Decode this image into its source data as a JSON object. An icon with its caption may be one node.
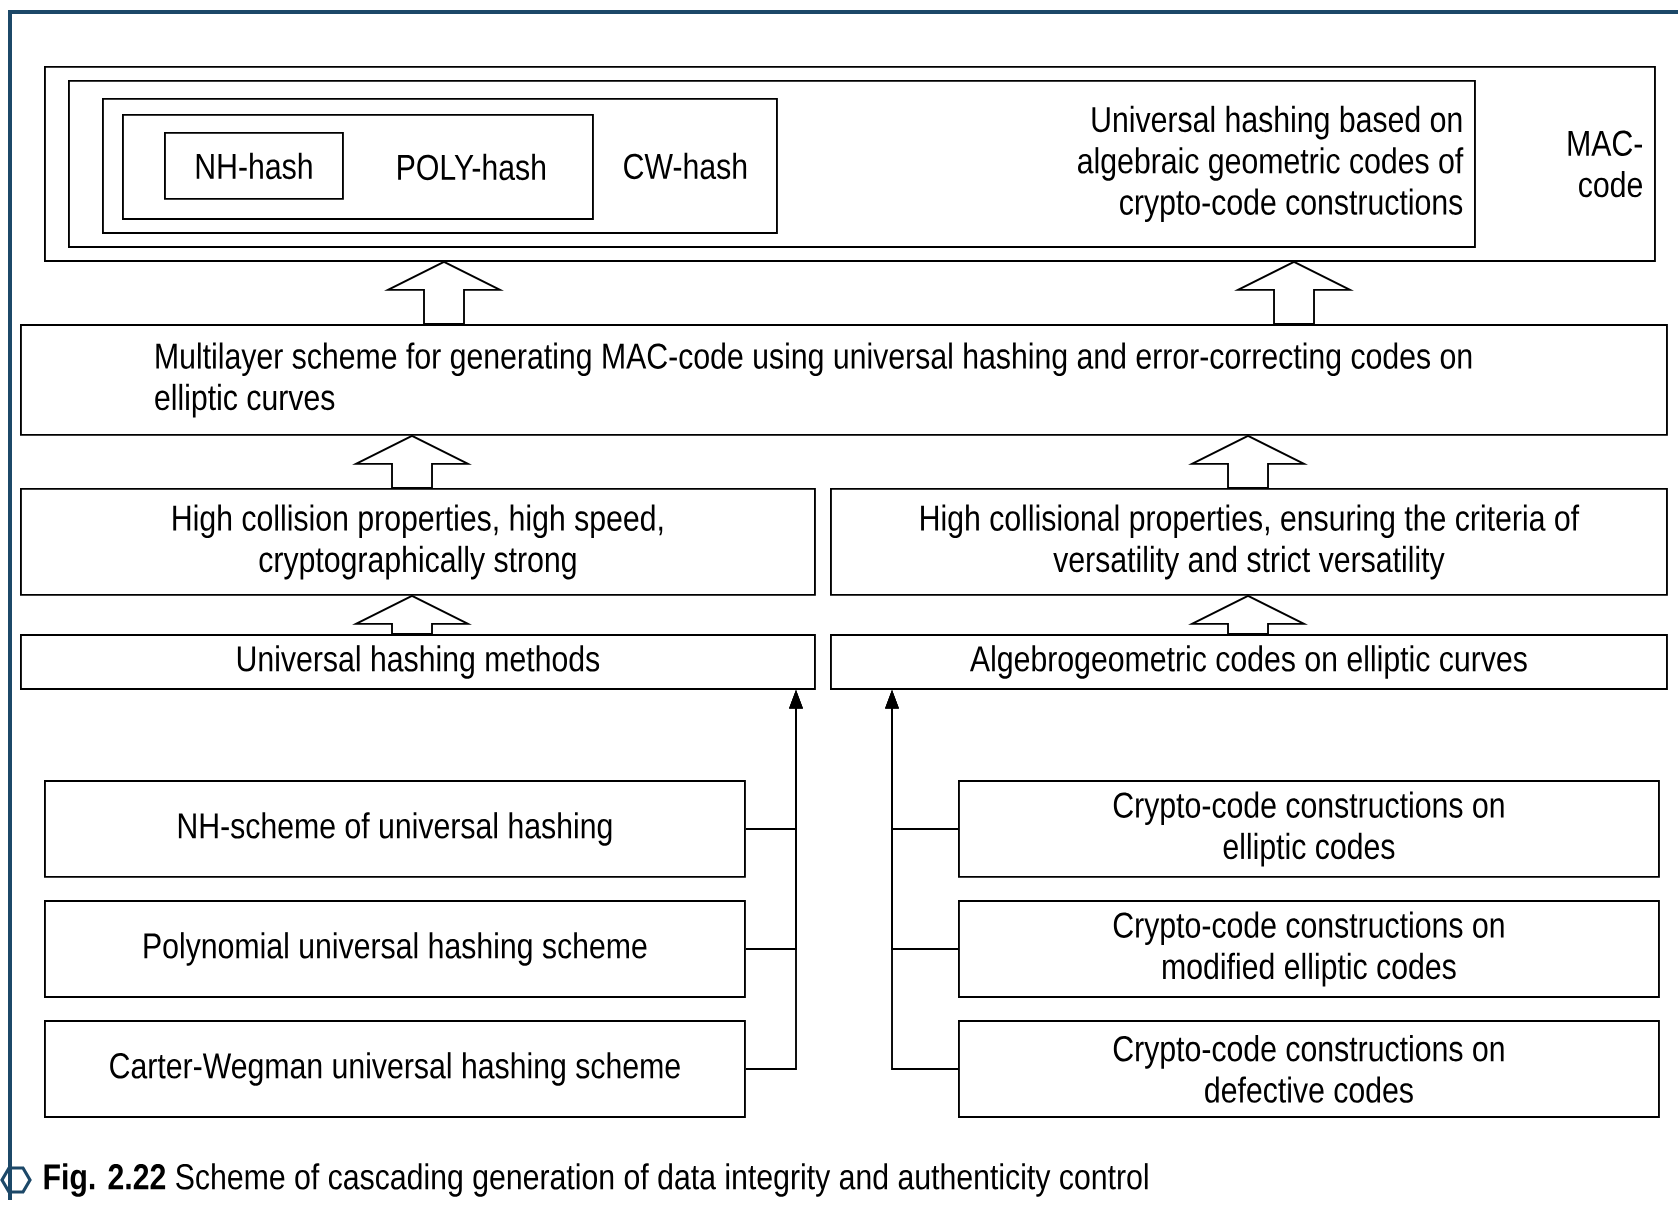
{
  "diagram": {
    "caption": "**Fig. 2.22** Scheme of cascading generation of data integrity and authenticity control",
    "nodes": [
      {
        "text": [
          "MAC-code"
        ]
      },
      {
        "text": [
          "Universal hashing based on algebraic geometric codes of crypto-code constructions"
        ],
        "in": 0
      },
      {
        "text": [
          "CW-hash"
        ],
        "in": 1
      },
      {
        "text": [
          "POLY-hash"
        ],
        "in": 2
      },
      {
        "text": [
          "NH-hash"
        ],
        "in": 3
      },
      {
        "text": [
          "Multilayer scheme for generating MAC-code using universal hashing and error-correcting codes on elliptic curves"
        ]
      },
      {
        "text": [
          "High collision properties, high speed, cryptographically strong"
        ]
      },
      {
        "text": [
          "High collisional properties, ensuring the criteria of versatility and strict versatility"
        ]
      },
      {
        "text": [
          "Universal hashing methods"
        ]
      },
      {
        "text": [
          "Algebrogeometric codes on elliptic curves"
        ]
      },
      {
        "text": [
          "NH-scheme of universal hashing"
        ]
      },
      {
        "text": [
          "Polynomial universal hashing scheme"
        ]
      },
      {
        "text": [
          "Carter-Wegman universal hashing scheme"
        ]
      },
      {
        "text": [
          "Crypto-code constructions on elliptic codes"
        ]
      },
      {
        "text": [
          "Crypto-code constructions on modified elliptic codes"
        ]
      },
      {
        "text": [
          "Crypto-code constructions on defective codes"
        ]
      }
    ],
    "edges": [
      {
        "from": 5,
        "to": 0,
        "arrow": "to"
      },
      {
        "from": 5,
        "to": 0,
        "arrow": "to"
      },
      {
        "from": 6,
        "to": 5,
        "arrow": "to"
      },
      {
        "from": 7,
        "to": 5,
        "arrow": "to"
      },
      {
        "from": 8,
        "to": 6,
        "arrow": "to"
      },
      {
        "from": 9,
        "to": 7,
        "arrow": "to"
      },
      {
        "from": 10,
        "to": 8,
        "arrow": "to"
      },
      {
        "from": 11,
        "to": 8,
        "arrow": "to"
      },
      {
        "from": 12,
        "to": 8,
        "arrow": "to"
      },
      {
        "from": 13,
        "to": 9,
        "arrow": "to"
      },
      {
        "from": 14,
        "to": 9,
        "arrow": "to"
      },
      {
        "from": 15,
        "to": 9,
        "arrow": "to"
      }
    ]
  }
}
